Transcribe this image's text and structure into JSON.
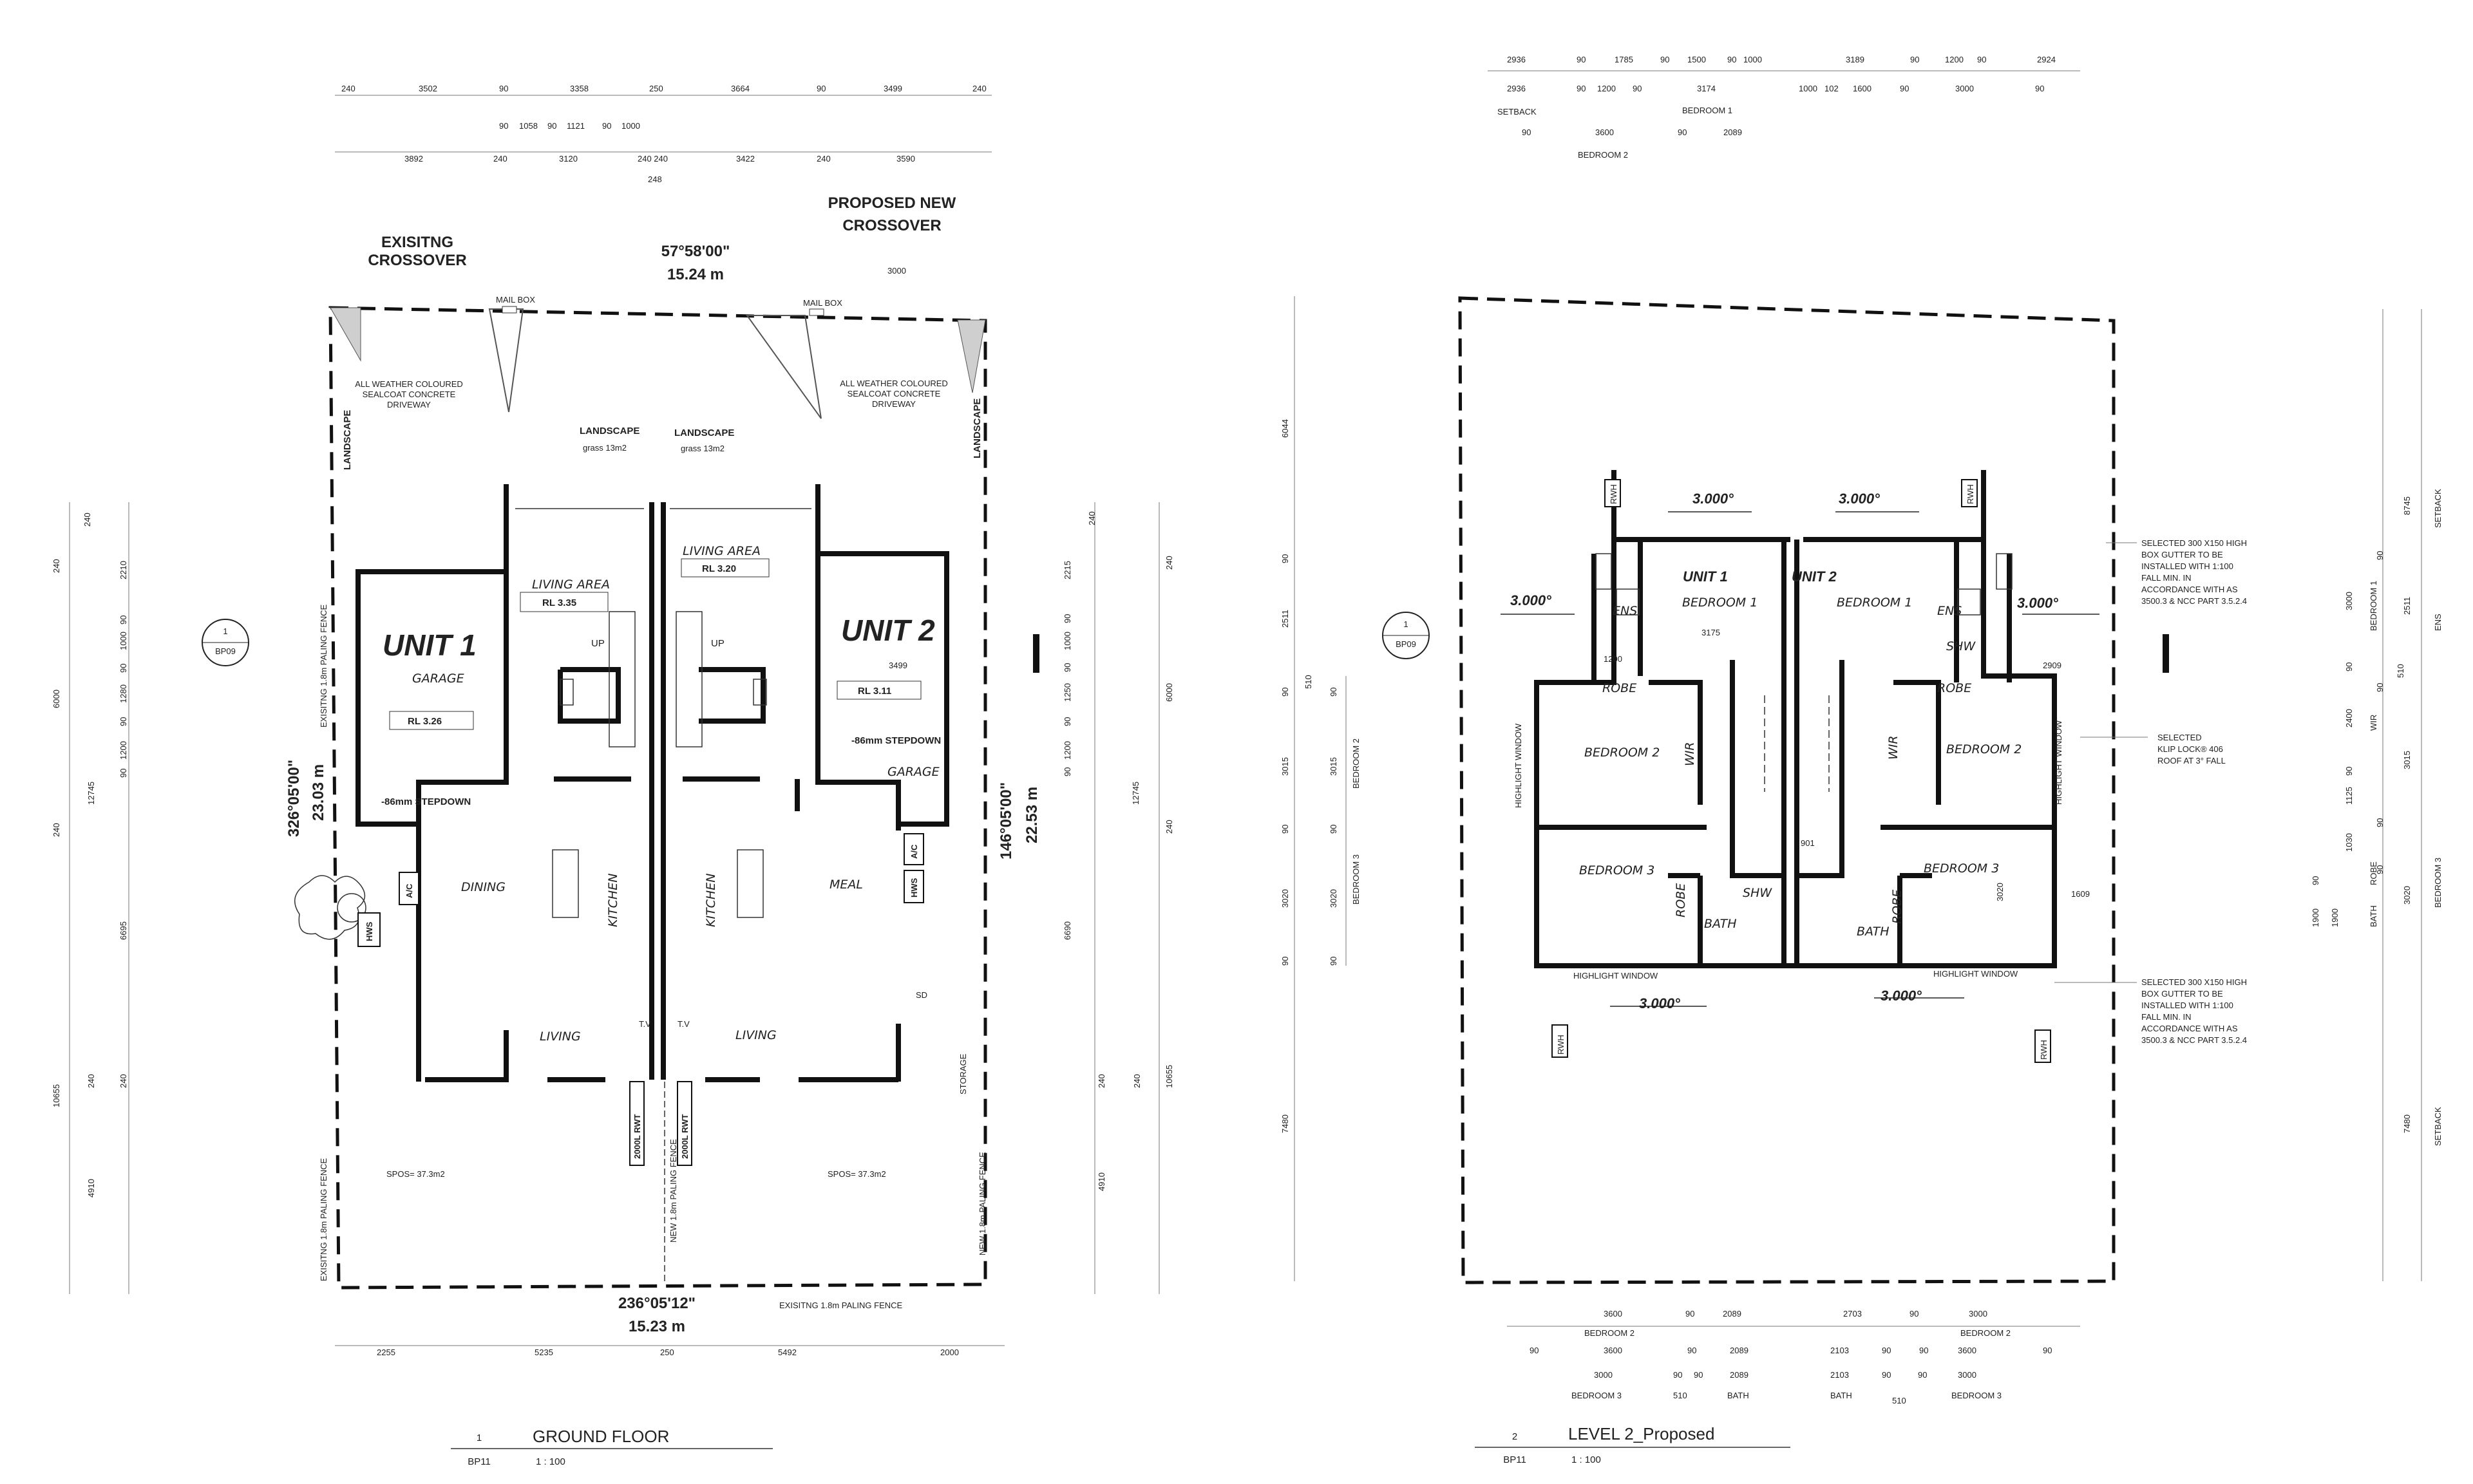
{
  "ground_floor": {
    "top_dims_row1": [
      "240",
      "3502",
      "90",
      "3358",
      "250",
      "3664",
      "90",
      "3499",
      "240"
    ],
    "top_dims_row2": [
      "90",
      "1058",
      "90",
      "1121",
      "90",
      "1000"
    ],
    "top_dims_row3": [
      "3892",
      "240",
      "3120",
      "240 240",
      "248",
      "3422",
      "240",
      "3590"
    ],
    "existing_crossover": "EXISITNG\nCROSSOVER",
    "existing_crossover_l1": "EXISITNG",
    "existing_crossover_l2": "CROSSOVER",
    "proposed_crossover_l1": "PROPOSED NEW",
    "proposed_crossover_l2": "CROSSOVER",
    "top_bearing": "57°58'00\"",
    "top_length": "15.24 m",
    "left_bearing": "326°05'00\"",
    "left_length": "23.03 m",
    "right_bearing": "146°05'00\"",
    "right_length": "22.53 m",
    "bottom_bearing": "236°05'12\"",
    "bottom_length": "15.23 m",
    "mailbox": "MAIL BOX",
    "driveway_l1": "ALL WEATHER COLOURED",
    "driveway_l2": "SEALCOAT CONCRETE",
    "driveway_l3": "DRIVEWAY",
    "landscape": "LANDSCAPE",
    "grass": "grass 13m2",
    "living_area": "LIVING AREA",
    "rl_335": "RL 3.35",
    "rl_320": "RL 3.20",
    "rl_326": "RL 3.26",
    "rl_311": "RL 3.11",
    "unit1": "UNIT 1",
    "unit2": "UNIT 2",
    "garage": "GARAGE",
    "garage_caps": "GARAGE",
    "stepdown": "-86mm STEPDOWN",
    "up": "UP",
    "dining": "DINING",
    "kitchen": "KITCHEN",
    "meal": "MEAL",
    "living": "LIVING",
    "tv": "T.V",
    "hws": "HWS",
    "ac": "A/C",
    "sd": "SD",
    "storage": "STORAGE",
    "rwt": "2000L RWT",
    "spos": "SPOS= 37.3m2",
    "palling_existing": "EXISITNG 1.8m PALING FENCE",
    "palling_new": "NEW 1.8m PALING FENCE",
    "palling_bottom": "EXISITNG 1.8m PALING FENCE",
    "bottom_dims": [
      "2255",
      "5235",
      "250",
      "5492",
      "2000"
    ],
    "dim_3000": "3000",
    "dim_3499": "3499",
    "left_dims": [
      "240",
      "240",
      "2210",
      "90",
      "1000",
      "90",
      "1280",
      "90",
      "1200",
      "90",
      "240",
      "12745",
      "6695",
      "10655",
      "240",
      "240",
      "4910",
      "6000"
    ],
    "right_dims": [
      "240",
      "240",
      "2215",
      "90",
      "1000",
      "90",
      "1250",
      "90",
      "1200",
      "90",
      "240",
      "12745",
      "6690",
      "10655",
      "240",
      "240",
      "4910",
      "6000"
    ],
    "title": "GROUND FLOOR",
    "num": "1",
    "sheet": "BP11",
    "scale": "1 : 100",
    "marker_num": "1",
    "marker_sheet": "BP09"
  },
  "level2": {
    "top_row1": [
      "2936",
      "90",
      "1785",
      "90",
      "1500",
      "90",
      "1000",
      "3189",
      "90",
      "1200",
      "90",
      "2924"
    ],
    "top_row2": [
      "2936",
      "90",
      "1200",
      "90",
      "3174",
      "1000",
      "102",
      "1600",
      "90",
      "3000",
      "90"
    ],
    "setback": "SETBACK",
    "bedroom1": "BEDROOM 1",
    "bedroom2": "BEDROOM 2",
    "bedroom3": "BEDROOM 3",
    "top_row3": [
      "90",
      "3600",
      "90",
      "2089"
    ],
    "rwh": "RWH",
    "slope": "3.000°",
    "unit1": "UNIT 1",
    "unit2": "UNIT 2",
    "bedroom_1_hand": "BEDROOM 1",
    "bedroom_2_hand": "BEDROOM 2",
    "bedroom_3_hand": "BEDROOM 3",
    "ens": "ENS",
    "shw": "SHW",
    "robe": "ROBE",
    "wir": "WIR",
    "bath": "BATH",
    "highlight": "HIGHLIGHT WINDOW",
    "d3175": "3175",
    "d2909": "2909",
    "d901": "901",
    "d1609": "1609",
    "d1200": "1200",
    "d3020": "3020",
    "note_gutter_l1": "SELECTED 300 X150 HIGH",
    "note_gutter_l2": "BOX GUTTER TO BE",
    "note_gutter_l3": "INSTALLED WITH 1:100",
    "note_gutter_l4": "FALL MIN. IN",
    "note_gutter_l5": "ACCORDANCE WITH AS",
    "note_gutter_l6": "3500.3 & NCC PART 3.5.2.4",
    "note_roof_l1": "SELECTED",
    "note_roof_l2": "KLIP LOCK® 406",
    "note_roof_l3": "ROOF AT 3° FALL",
    "left_dims": [
      "6044",
      "90",
      "2511",
      "510",
      "90",
      "90",
      "3015",
      "3015",
      "90",
      "90",
      "3020",
      "3020",
      "90",
      "90",
      "7480"
    ],
    "right_dims": [
      "8745",
      "90",
      "3000",
      "2511",
      "90",
      "510",
      "90",
      "2400",
      "3015",
      "90",
      "1125",
      "90",
      "1030",
      "90",
      "3020",
      "90",
      "1900",
      "1900",
      "7480"
    ],
    "right_labels": [
      "SETBACK",
      "BEDROOM 1",
      "ENS",
      "WIR",
      "BATH",
      "ROBE",
      "BEDROOM 3",
      "SETBACK"
    ],
    "bottom_row1": [
      "3600",
      "90",
      "2089",
      "2703",
      "90",
      "3000"
    ],
    "bottom_row2": [
      "90",
      "3600",
      "90",
      "2089",
      "2103",
      "90",
      "90",
      "3600",
      "90"
    ],
    "bottom_row3": [
      "3000",
      "90",
      "90",
      "2089",
      "2103",
      "90",
      "90",
      "3000"
    ],
    "bottom_labels": [
      "BEDROOM 2",
      "BEDROOM 3",
      "510",
      "BATH",
      "BATH",
      "510",
      "BEDROOM 2",
      "BEDROOM 3"
    ],
    "title": "LEVEL 2_Proposed",
    "num": "2",
    "sheet": "BP11",
    "scale": "1 : 100",
    "marker_num": "1",
    "marker_sheet": "BP09"
  }
}
